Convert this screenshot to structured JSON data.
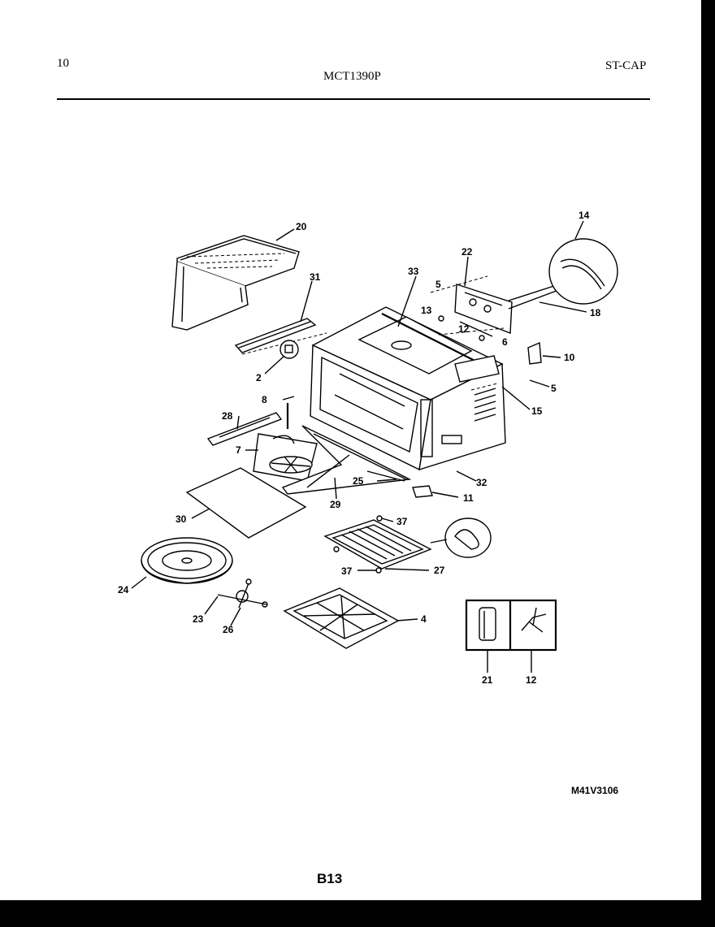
{
  "header": {
    "page_number": "10",
    "model": "MCT1390P",
    "section_code": "ST-CAP"
  },
  "diagram": {
    "callouts": [
      "20",
      "31",
      "2",
      "33",
      "22",
      "5",
      "13",
      "12",
      "6",
      "14",
      "18",
      "10",
      "5",
      "15",
      "8",
      "28",
      "7",
      "25",
      "32",
      "11",
      "29",
      "30",
      "37",
      "37",
      "27",
      "24",
      "23",
      "26",
      "4",
      "21",
      "12"
    ]
  },
  "footer": {
    "drawing_number": "M41V3106",
    "page_code": "B13"
  }
}
